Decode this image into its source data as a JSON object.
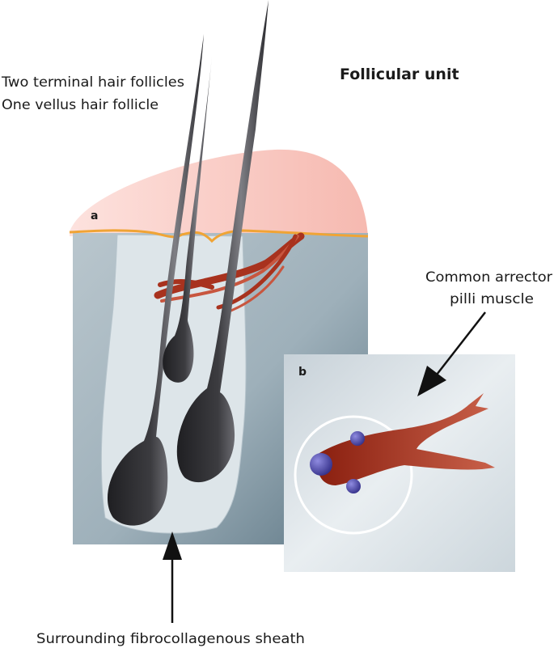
{
  "title": "Follicular unit",
  "labels": {
    "follicles_line1": "Two terminal hair follicles",
    "follicles_line2": "One vellus hair follicle",
    "muscle_line1": "Common arrector",
    "muscle_line2": "pilli muscle",
    "sheath": "Surrounding fibrocollagenous sheath"
  },
  "panels": {
    "a": "a",
    "b": "b"
  },
  "colors": {
    "epidermis": "#f9c8c2",
    "surface_line": "#f0a435",
    "dermis": "#8ea2ae",
    "sheath": "#dfe6ea",
    "hair": "#3a3a3d",
    "muscle": "#a8321e",
    "nuclei": "#4b47a8"
  }
}
